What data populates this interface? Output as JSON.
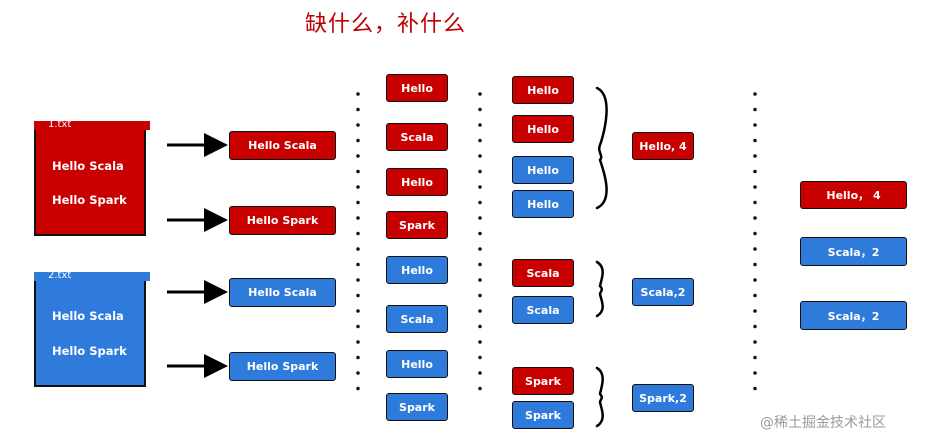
{
  "title": "缺什么，补什么",
  "files": [
    {
      "name": "1.txt",
      "lines": [
        "Hello Scala",
        "Hello Spark"
      ],
      "color": "#c80000"
    },
    {
      "name": "2.txt",
      "lines": [
        "Hello Scala",
        "Hello Spark"
      ],
      "color": "#2f7bdc"
    }
  ],
  "lines_column": [
    "Hello Scala",
    "Hello Spark",
    "Hello Scala",
    "Hello Spark"
  ],
  "words_column": [
    "Hello",
    "Scala",
    "Hello",
    "Spark",
    "Hello",
    "Scala",
    "Hello",
    "Spark"
  ],
  "grouped_column": [
    "Hello",
    "Hello",
    "Hello",
    "Hello",
    "Scala",
    "Scala",
    "Spark",
    "Spark"
  ],
  "counts_column": [
    "Hello, 4",
    "Scala,2",
    "Spark,2"
  ],
  "result_column": [
    "Hello，  4",
    "Scala，2",
    "Scala，2"
  ],
  "colors": {
    "red": "#c80000",
    "blue": "#2f7bdc"
  },
  "watermark": "@稀土掘金技术社区"
}
